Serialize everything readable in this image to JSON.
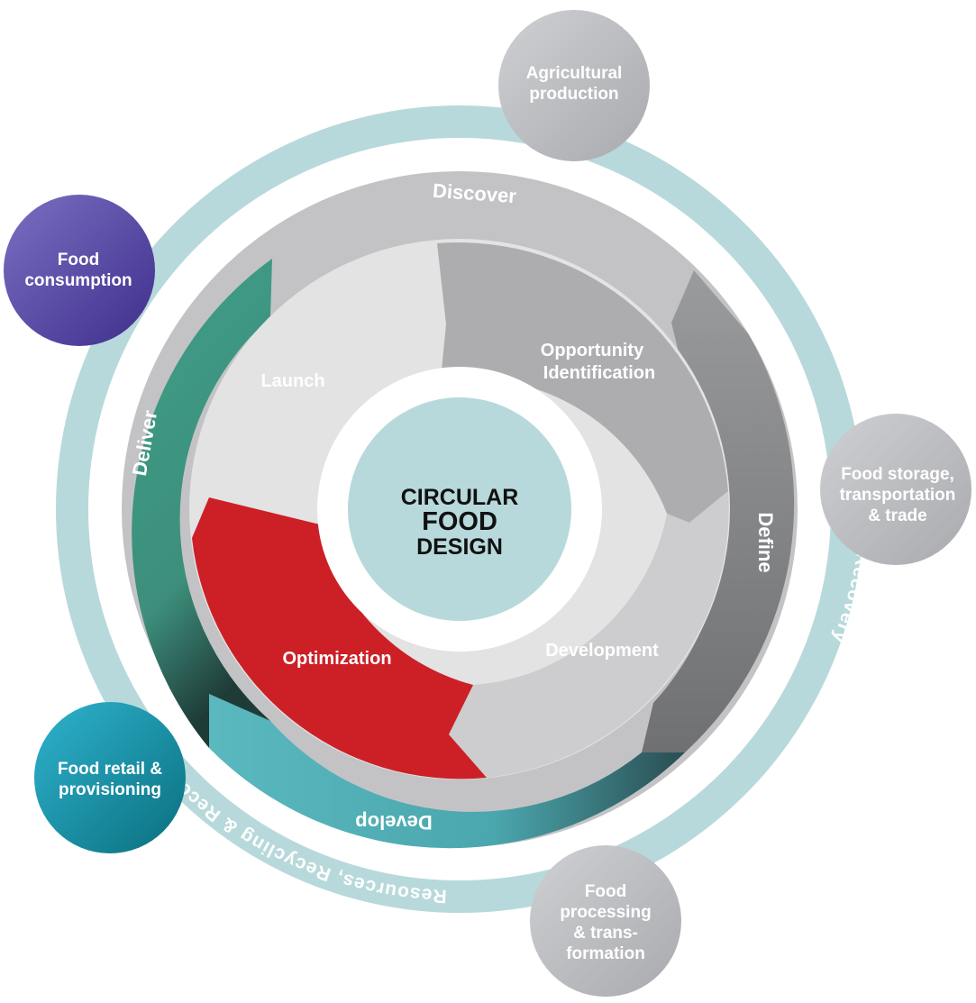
{
  "center": {
    "lines": [
      "CIRCULAR",
      "FOOD",
      "DESIGN"
    ]
  },
  "ring": {
    "label": "Resources, Recycling & Recovery"
  },
  "phases": {
    "discover": "Discover",
    "define": "Define",
    "develop": "Develop",
    "deliver": "Deliver"
  },
  "stages": {
    "opportunity": [
      "Opportunity",
      "Identification"
    ],
    "development": "Development",
    "optimization": "Optimization",
    "launch": "Launch"
  },
  "satellites": {
    "agricultural": [
      "Agricultural",
      "production"
    ],
    "storage": [
      "Food storage,",
      "transportation",
      "& trade"
    ],
    "processing": [
      "Food",
      "processing",
      "& trans-",
      "formation"
    ],
    "retail": [
      "Food retail &",
      "provisioning"
    ],
    "consumption": [
      "Food",
      "consumption"
    ]
  },
  "colors": {
    "ring": "#b8d9db",
    "discover": "#c3c3c5",
    "define": "#8e8f91",
    "develop": "#56b3b9",
    "deliver": "#3f9c86",
    "opportunity": "#adadaf",
    "development": "#cdcdcf",
    "optimization": "#cc2026",
    "launch": "#e3e3e4",
    "center": "#b8d9db",
    "satellite_gray": "#c4c5c8",
    "retail": "#1398ae",
    "consumption": "#5a4aa3"
  }
}
